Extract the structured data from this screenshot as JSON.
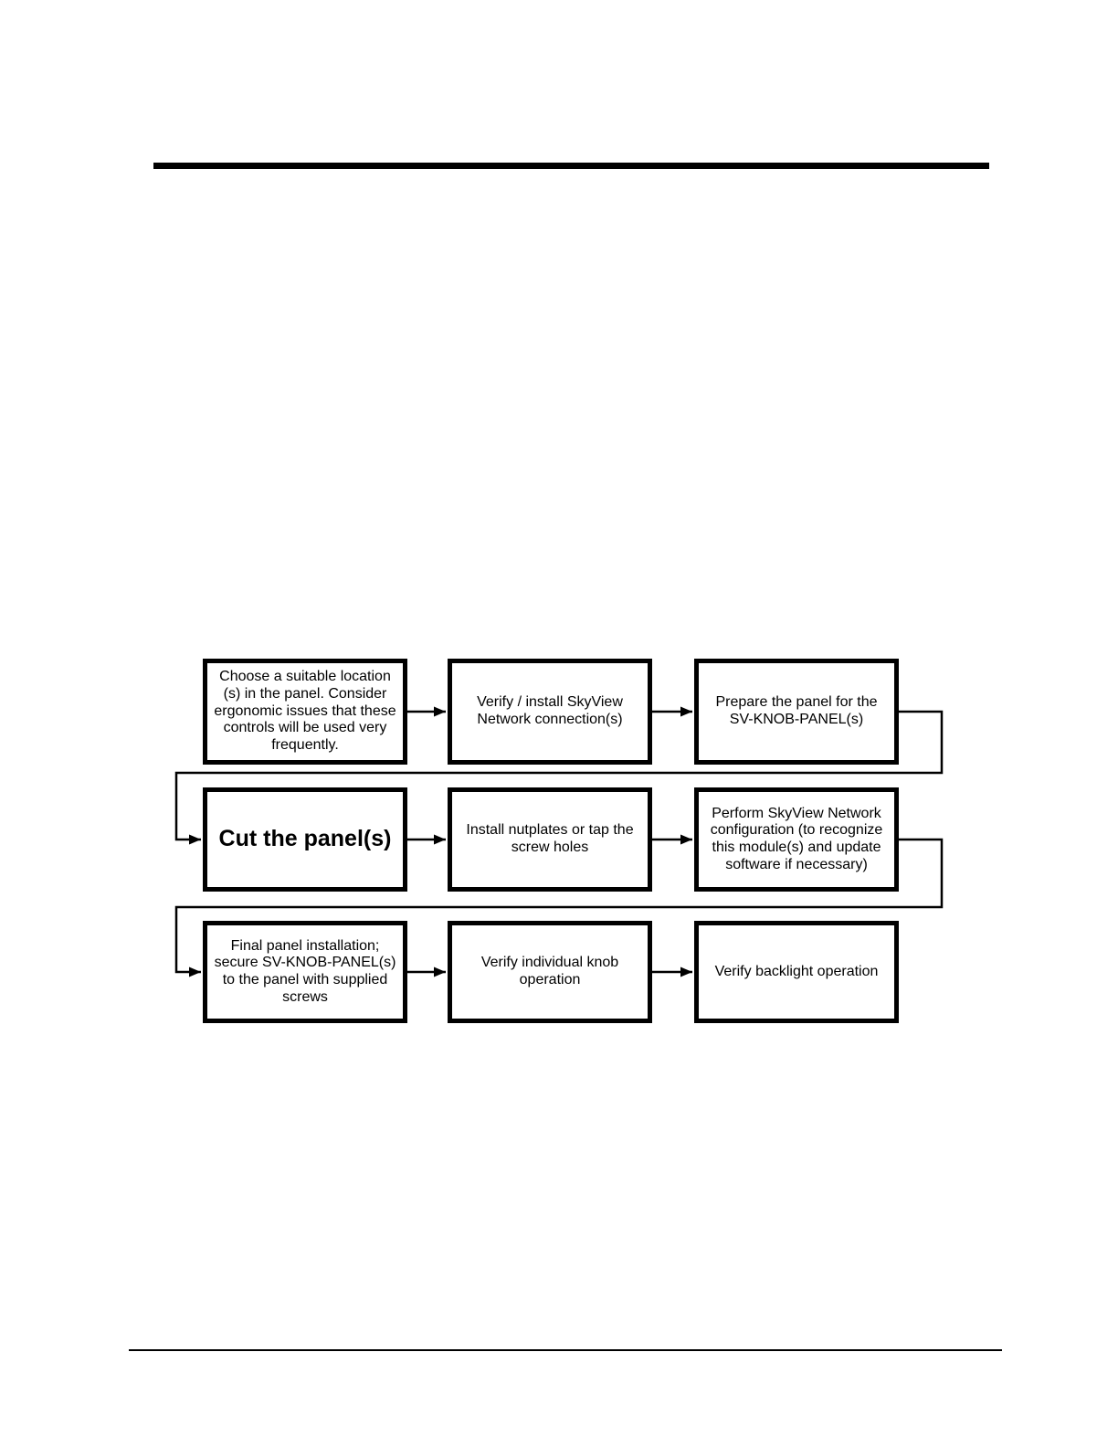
{
  "document": {
    "kind": "manual-page-with-flowchart"
  },
  "colors": {
    "paper": "#ffffff",
    "ink": "#000000"
  },
  "flowchart": {
    "steps": [
      {
        "row": 1,
        "col": 1,
        "emphasis": false,
        "label": "Choose a suitable location\n(s) in the panel. Consider\nergonomic issues that these\ncontrols will be used very\nfrequently."
      },
      {
        "row": 1,
        "col": 2,
        "emphasis": false,
        "label": "Verify / install SkyView\nNetwork connection(s)"
      },
      {
        "row": 1,
        "col": 3,
        "emphasis": false,
        "label": "Prepare the panel for the\nSV-KNOB-PANEL(s)"
      },
      {
        "row": 2,
        "col": 1,
        "emphasis": true,
        "label": "Cut the panel(s)"
      },
      {
        "row": 2,
        "col": 2,
        "emphasis": false,
        "label": "Install nutplates or tap the\nscrew holes"
      },
      {
        "row": 2,
        "col": 3,
        "emphasis": false,
        "label": "Perform SkyView Network\nconfiguration (to recognize\nthis module(s) and update\nsoftware if necessary)"
      },
      {
        "row": 3,
        "col": 1,
        "emphasis": false,
        "label": "Final panel installation;\nsecure SV-KNOB-PANEL(s)\nto the panel with supplied\nscrews"
      },
      {
        "row": 3,
        "col": 2,
        "emphasis": false,
        "label": "Verify individual knob\noperation"
      },
      {
        "row": 3,
        "col": 3,
        "emphasis": false,
        "label": "Verify backlight operation"
      }
    ]
  }
}
